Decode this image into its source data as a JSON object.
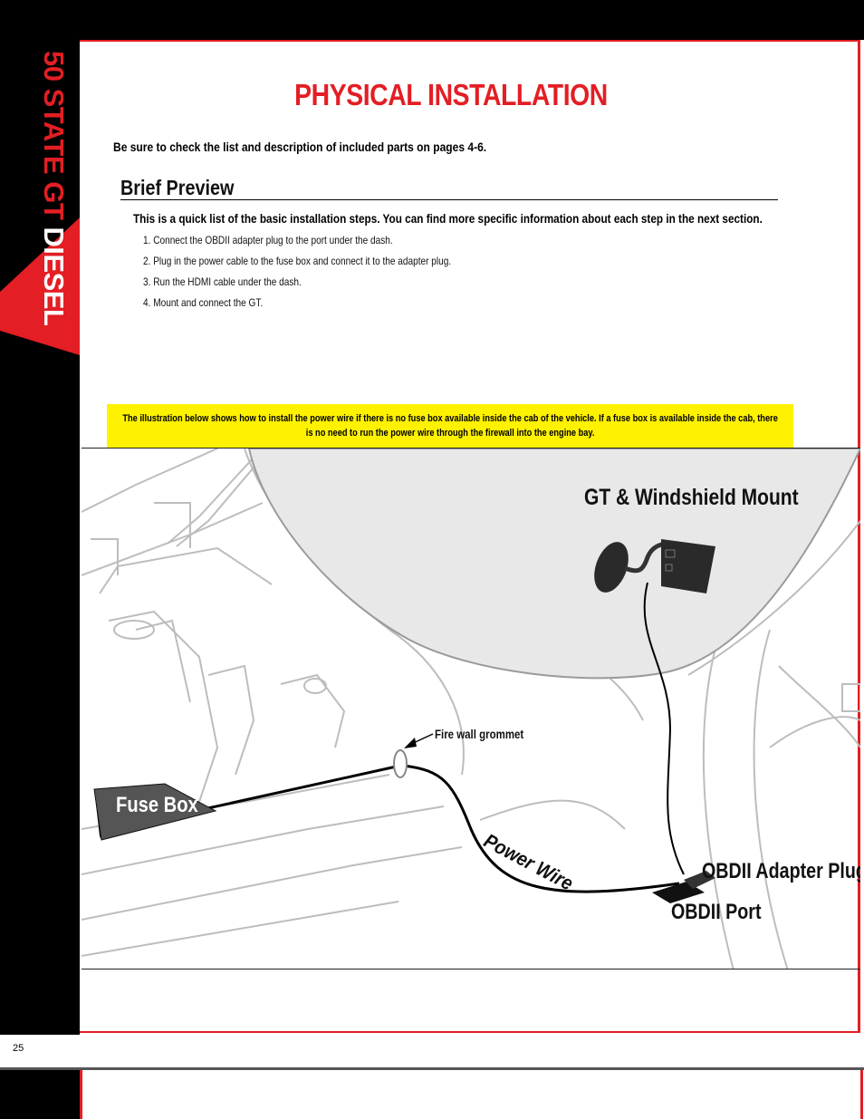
{
  "sidebar": {
    "title_red": "50 STATE GT",
    "title_white": "DIESEL"
  },
  "page": {
    "title": "PHYSICAL INSTALLATION",
    "note": "Be sure to check the list and description of included parts on pages 4-6.",
    "page_number": "25"
  },
  "brief_preview": {
    "heading": "Brief Preview",
    "intro": "This is a quick list of the basic installation steps.  You can find more specific information about each step in the next section.",
    "steps": [
      "1. Connect the OBDII adapter plug to the port under the dash.",
      "2. Plug in the power cable to the fuse box and connect it to the adapter plug.",
      "3. Run the HDMI cable under the dash.",
      "4. Mount and connect the GT."
    ]
  },
  "illustration": {
    "caption_line1": "The illustration below shows how to install the power wire if there is no fuse box available inside the cab of the vehicle.  If a fuse box is available inside the cab, there",
    "caption_line2": "is no need to run the power wire through the firewall into the engine bay.",
    "labels": {
      "gt_mount": "GT & Windshield Mount",
      "obd_adapter": "OBDII Adapter Plug",
      "obd_port": "OBDII Port",
      "grommet": "Fire wall grommet",
      "fuse_box": "Fuse Box",
      "power_wire": "Power Wire"
    }
  },
  "colors": {
    "accent_red": "#e31e24",
    "highlight_yellow": "#fff200",
    "black": "#000000"
  }
}
